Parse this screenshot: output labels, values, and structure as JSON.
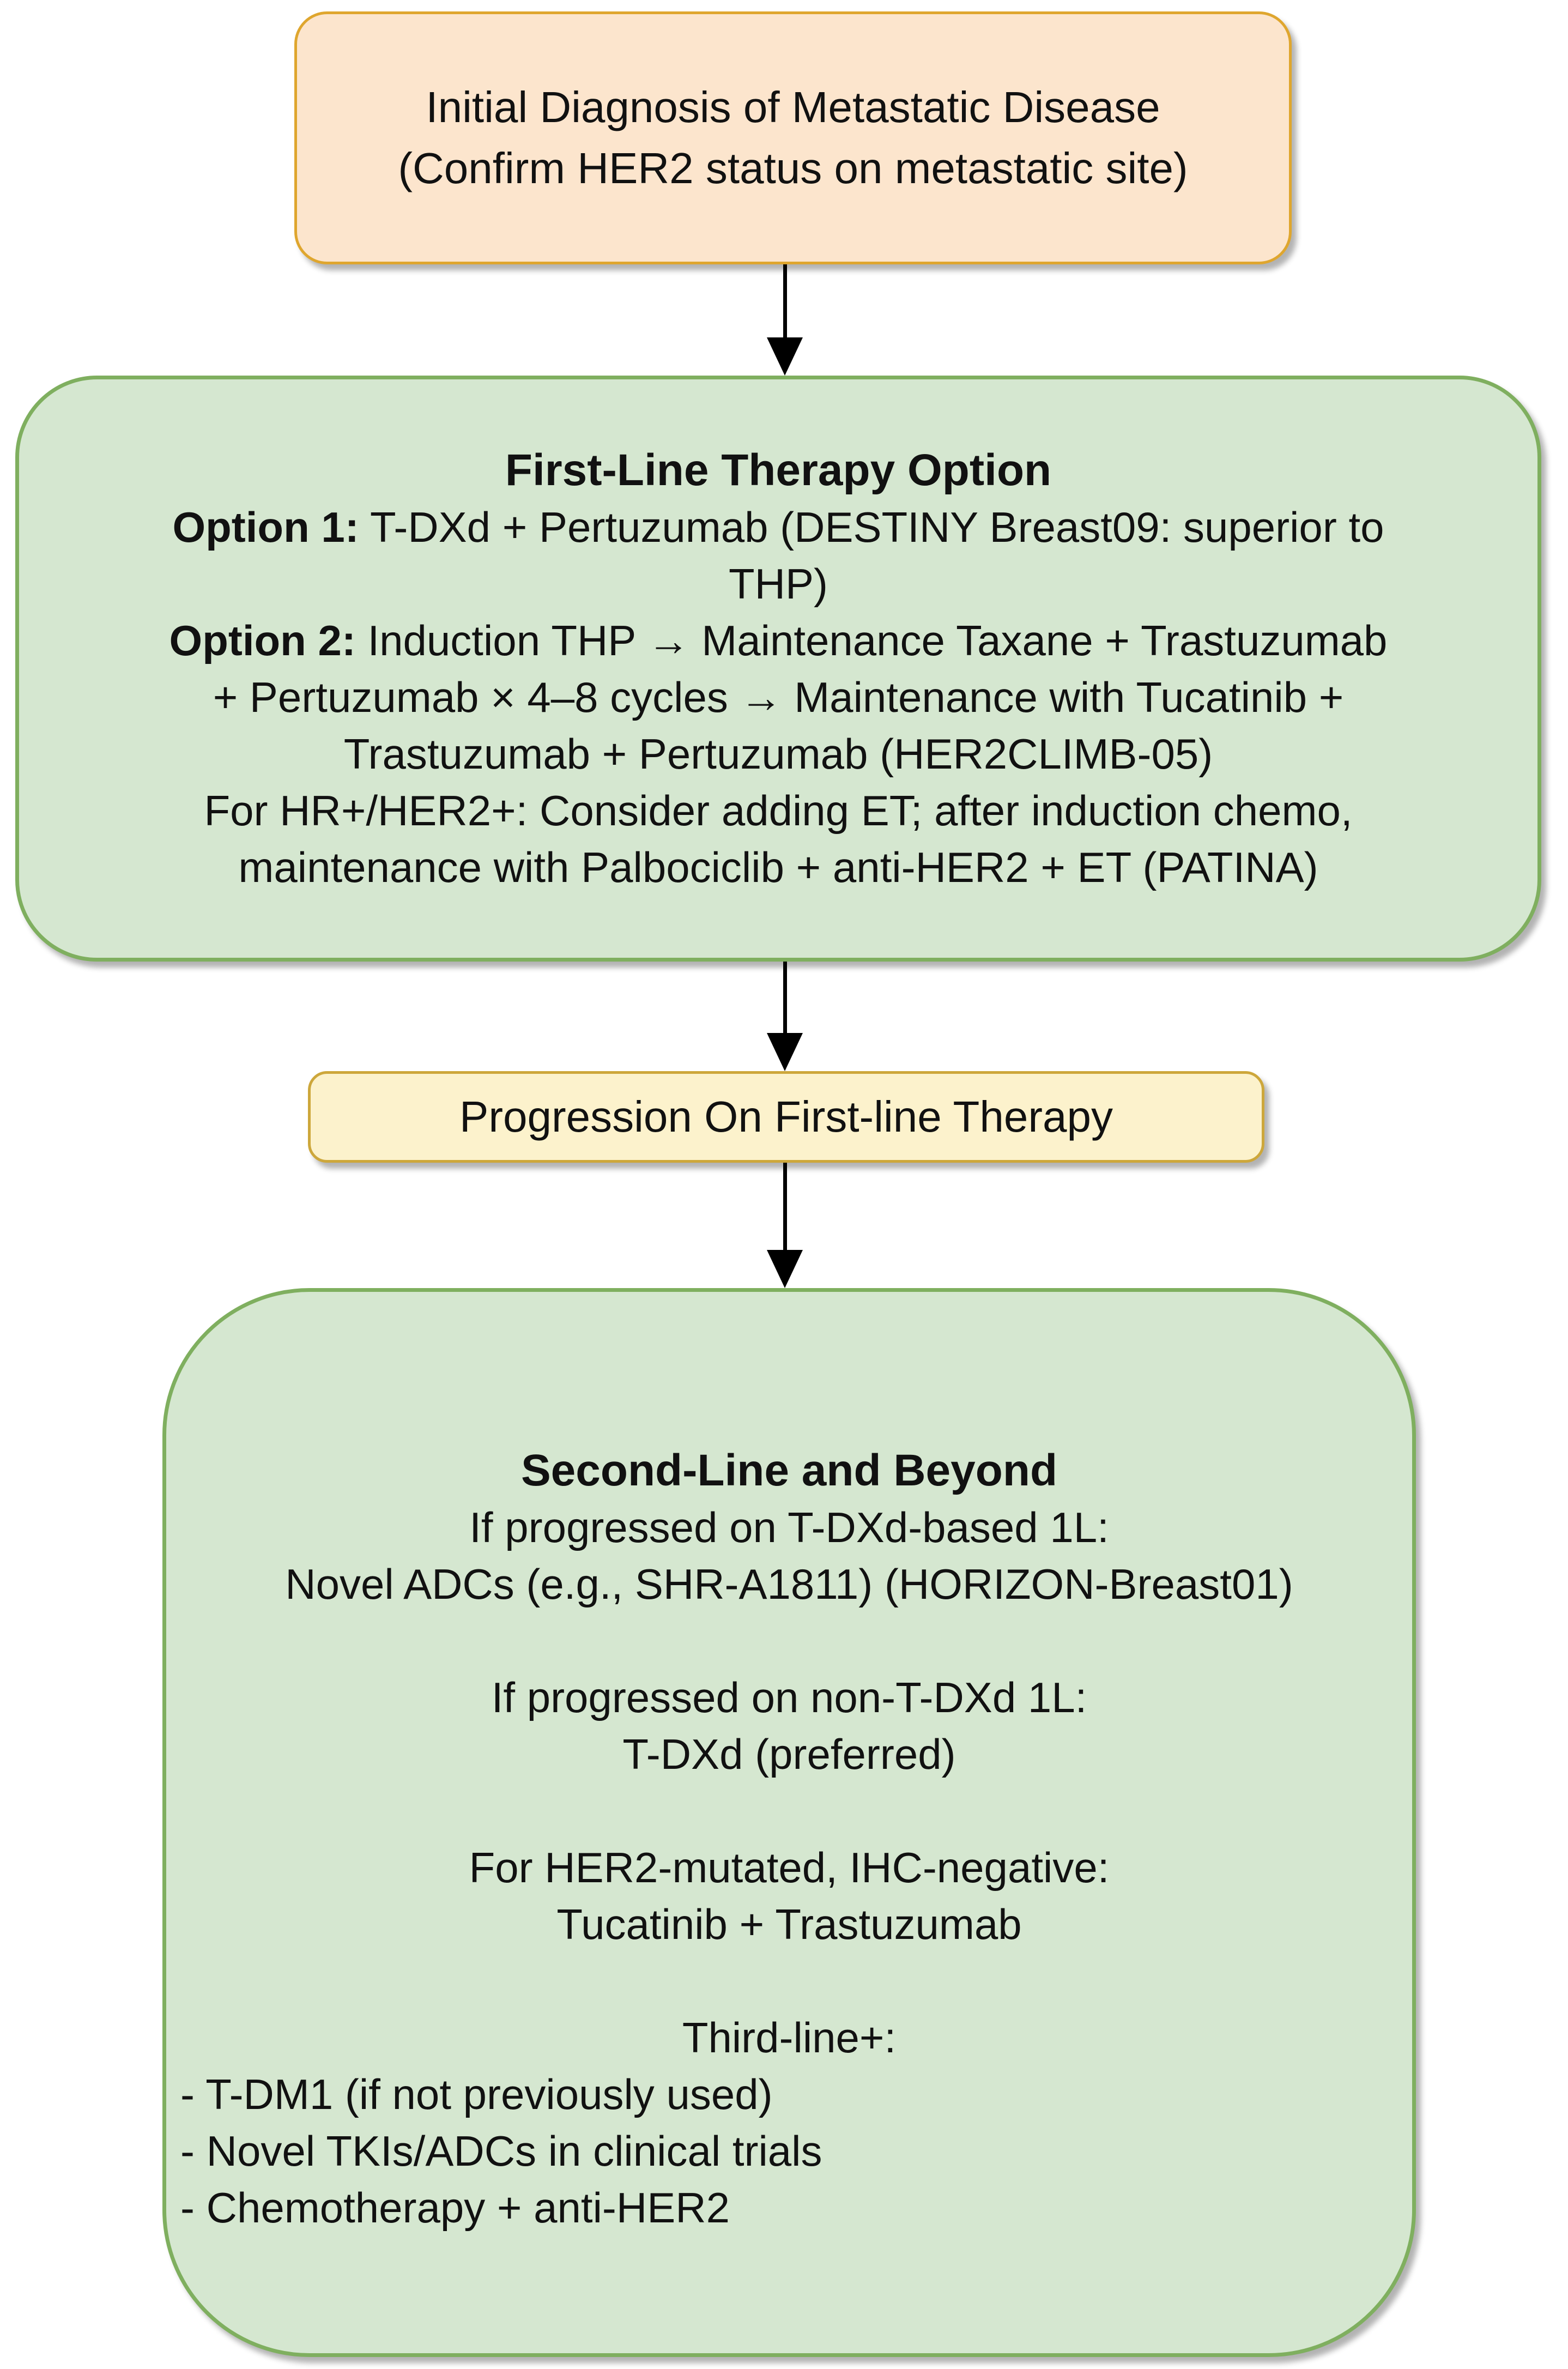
{
  "diagram": {
    "colors": {
      "peach_fill": "#FCE5CD",
      "peach_border": "#DFA62E",
      "green_fill": "#D5E7D0",
      "green_border": "#7FAF5F",
      "yellow_fill": "#FCF2CC",
      "yellow_border": "#CDA73B",
      "arrow": "#000000"
    },
    "initial_box": {
      "lines": [
        "Initial Diagnosis of Metastatic Disease",
        "(Confirm HER2 status on metastatic site)"
      ]
    },
    "first_line_box": {
      "title": "First-Line Therapy Option",
      "lines": [
        {
          "bold": "Option 1:",
          "text": " T-DXd + Pertuzumab (DESTINY Breast09: superior to",
          "align": "center"
        },
        {
          "bold": "",
          "text": "THP)",
          "align": "center"
        },
        {
          "bold": "Option 2:",
          "text": " Induction THP → Maintenance Taxane + Trastuzumab",
          "align": "center"
        },
        {
          "bold": "",
          "text": "+ Pertuzumab × 4–8 cycles → Maintenance with Tucatinib +",
          "align": "center"
        },
        {
          "bold": "",
          "text": "Trastuzumab + Pertuzumab (HER2CLIMB-05)",
          "align": "center"
        },
        {
          "bold": "",
          "text": "For HR+/HER2+: Consider adding ET; after induction chemo,",
          "align": "center"
        },
        {
          "bold": "",
          "text": "maintenance with Palbociclib + anti-HER2 + ET (PATINA)",
          "align": "center"
        }
      ]
    },
    "progression_box": {
      "label": "Progression On First-line Therapy"
    },
    "second_line_box": {
      "title": "Second-Line and Beyond",
      "lines": [
        {
          "bold": "",
          "text": "If progressed on T-DXd-based 1L:",
          "align": "center"
        },
        {
          "bold": "",
          "text": "Novel ADCs (e.g., SHR-A1811) (HORIZON-Breast01)",
          "align": "center"
        },
        {
          "bold": "",
          "text": "",
          "align": "center"
        },
        {
          "bold": "",
          "text": "If progressed on non-T-DXd 1L:",
          "align": "center"
        },
        {
          "bold": "",
          "text": "T-DXd (preferred)",
          "align": "center"
        },
        {
          "bold": "",
          "text": "",
          "align": "center"
        },
        {
          "bold": "",
          "text": "For HER2-mutated, IHC-negative:",
          "align": "center"
        },
        {
          "bold": "",
          "text": "Tucatinib + Trastuzumab",
          "align": "center"
        },
        {
          "bold": "",
          "text": "",
          "align": "center"
        },
        {
          "bold": "",
          "text": "Third-line+:",
          "align": "center"
        },
        {
          "bold": "",
          "text": "- T-DM1 (if not previously used)",
          "align": "left"
        },
        {
          "bold": "",
          "text": "- Novel TKIs/ADCs in clinical trials",
          "align": "left"
        },
        {
          "bold": "",
          "text": "- Chemotherapy + anti-HER2",
          "align": "left"
        }
      ]
    }
  }
}
